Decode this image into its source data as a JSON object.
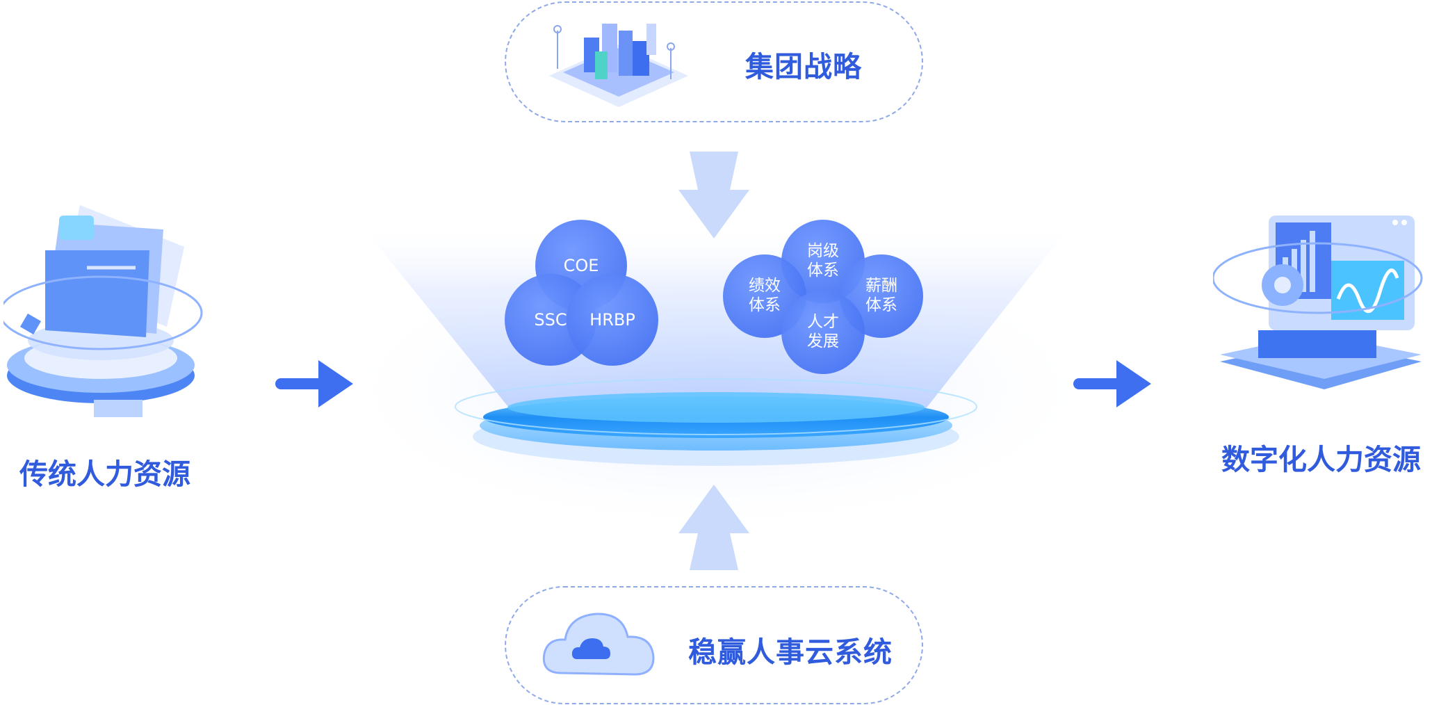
{
  "top": {
    "label": "集团战略",
    "icon": "city-buildings-icon"
  },
  "bottom": {
    "label": "稳赢人事云系统",
    "icon": "cloud-icon"
  },
  "left": {
    "label": "传统人力资源",
    "icon": "folder-stack-icon"
  },
  "right": {
    "label": "数字化人力资源",
    "icon": "dashboard-monitor-icon"
  },
  "hub_left": {
    "coe": "COE",
    "ssc": "SSC",
    "hrbp": "HRBP"
  },
  "hub_right": {
    "top": "岗级体系",
    "left": "绩效体系",
    "right": "薪酬体系",
    "bottom": "人才发展"
  },
  "colors": {
    "accent": "#2f5bdc",
    "arrow": "#3d6ff0",
    "soft_arrow": "#c9dafc",
    "circle": "#4a78f2"
  }
}
